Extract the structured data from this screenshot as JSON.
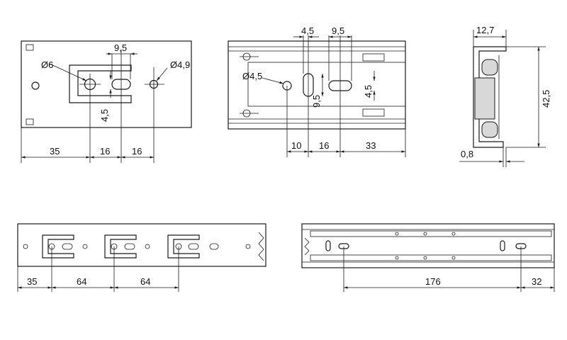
{
  "views": {
    "front_mount": {
      "dia_large": "Ø6",
      "dia_small": "Ø4,9",
      "slot_width": "9,5",
      "slot_height": "4,5",
      "bottom_dims": [
        "35",
        "16",
        "16"
      ]
    },
    "rail_detail": {
      "top_dims": [
        "4,5",
        "9,5"
      ],
      "dia": "Ø4,5",
      "slot_height_a": "9,5",
      "slot_height_b": "4,5",
      "bottom_dims": [
        "10",
        "16",
        "33"
      ]
    },
    "cross_section": {
      "width": "12,7",
      "height": "42,5",
      "thickness": "0,8"
    },
    "long_mount": {
      "dims": [
        "35",
        "64",
        "64"
      ]
    },
    "rail_full": {
      "dims": [
        "176",
        "32"
      ]
    }
  }
}
